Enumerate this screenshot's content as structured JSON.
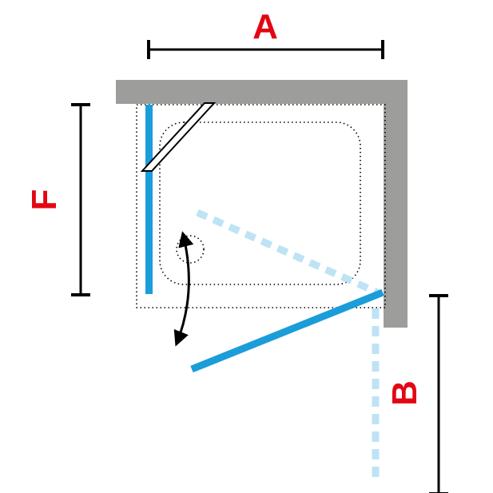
{
  "diagram": {
    "type": "shower-enclosure-top-view-dimension-drawing",
    "labels": {
      "width_top": "A",
      "depth_left": "F",
      "extension_right": "B"
    },
    "colors": {
      "dimension_label": "#e30613",
      "dimension_line": "#000000",
      "wall": "#9d9d9c",
      "glass_panel": "#1b9dd9",
      "glass_panel_ghost": "#bfe3f5",
      "tray_outline": "#000000",
      "pivot_panel_fill": "#ffffff"
    }
  }
}
